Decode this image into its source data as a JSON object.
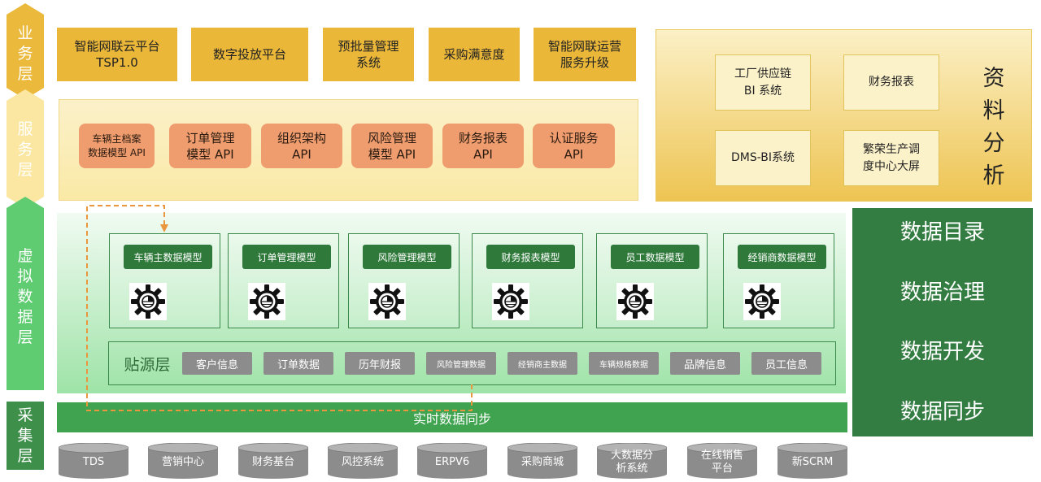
{
  "layers": {
    "business": "业务层",
    "service": "服务层",
    "virtual": "虚拟数据层",
    "collection": "采集层"
  },
  "business_items": [
    {
      "line1": "智能网联云平台",
      "line2": "TSP1.0"
    },
    {
      "line1": "数字投放平台",
      "line2": ""
    },
    {
      "line1": "预批量管理",
      "line2": "系统"
    },
    {
      "line1": "采购满意度",
      "line2": ""
    },
    {
      "line1": "智能网联运营",
      "line2": "服务升级"
    }
  ],
  "apis": [
    {
      "line1": "车辆主档案",
      "line2": "数据模型 API"
    },
    {
      "line1": "订单管理",
      "line2": "模型 API"
    },
    {
      "line1": "组织架构",
      "line2": "API"
    },
    {
      "line1": "风险管理",
      "line2": "模型 API"
    },
    {
      "line1": "财务报表",
      "line2": "API"
    },
    {
      "line1": "认证服务",
      "line2": "API"
    }
  ],
  "analysis": {
    "title": "资料分析",
    "items": [
      {
        "line1": "工厂供应链",
        "line2": "BI 系统"
      },
      {
        "line1": "财务报表",
        "line2": ""
      },
      {
        "line1": "DMS-BI系统",
        "line2": ""
      },
      {
        "line1": "繁荣生产调",
        "line2": "度中心大屏"
      }
    ]
  },
  "models": [
    {
      "label": "车辆主数据模型"
    },
    {
      "label": "订单管理模型"
    },
    {
      "label": "风险管理模型"
    },
    {
      "label": "财务报表模型"
    },
    {
      "label": "员工数据模型"
    },
    {
      "label": "经销商数据模型"
    }
  ],
  "source_layer": {
    "title": "贴源层",
    "items": [
      "客户信息",
      "订单数据",
      "历年财报",
      "风险管理数据",
      "经销商主数据",
      "车辆规格数据",
      "品牌信息",
      "员工信息"
    ]
  },
  "sync_bar": "实时数据同步",
  "data_functions": [
    "数据目录",
    "数据治理",
    "数据开发",
    "数据同步"
  ],
  "sources": [
    {
      "line1": "TDS",
      "line2": ""
    },
    {
      "line1": "营销中心",
      "line2": ""
    },
    {
      "line1": "财务基台",
      "line2": ""
    },
    {
      "line1": "风控系统",
      "line2": ""
    },
    {
      "line1": "ERPV6",
      "line2": ""
    },
    {
      "line1": "采购商城",
      "line2": ""
    },
    {
      "line1": "大数据分",
      "line2": "析系统"
    },
    {
      "line1": "在线销售",
      "line2": "平台"
    },
    {
      "line1": "新SCRM",
      "line2": ""
    }
  ],
  "colors": {
    "business": "#eab739",
    "api": "#ef9d6e",
    "model_label": "#2f7a3b",
    "source_item": "#8c8c8c",
    "sync_bar": "#3fa34f",
    "side_panel": "#347d42",
    "cylinder": "#8c8c8c",
    "dashed_arrow": "#e9963e"
  }
}
